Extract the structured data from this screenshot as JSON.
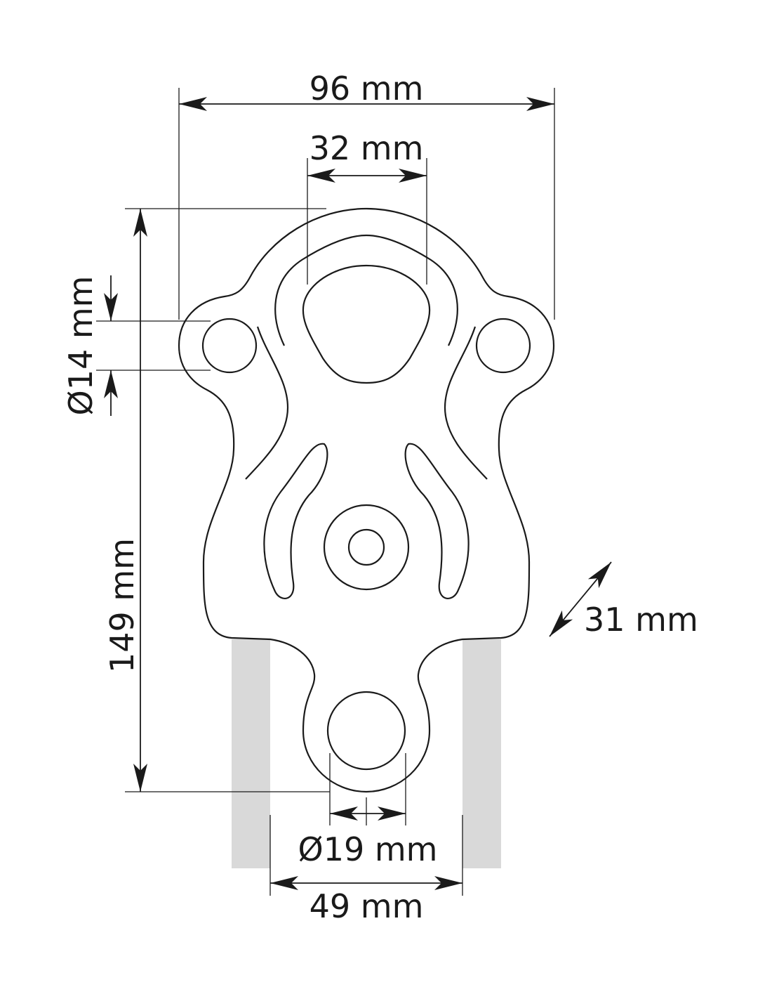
{
  "title": "Pulley plate dimension drawing",
  "colors": {
    "line": "#1a1a1a",
    "rope": "#d9d9d9",
    "background": "#ffffff"
  },
  "dimensions": {
    "overall_width": "96 mm",
    "top_hole_width": "32 mm",
    "overall_height": "149 mm",
    "side_hole_diameter": "Ø14 mm",
    "thickness": "31 mm",
    "bottom_hole_diameter": "Ø19 mm",
    "rope_spacing": "49 mm"
  }
}
